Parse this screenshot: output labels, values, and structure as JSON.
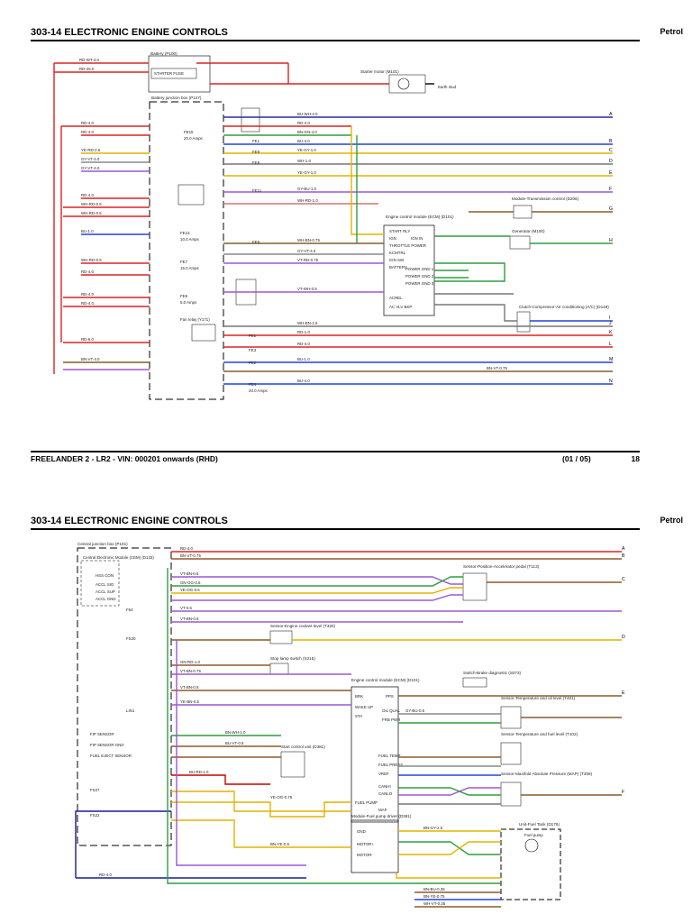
{
  "section_title": "303-14 ELECTRONIC ENGINE CONTROLS",
  "fuel_type": "Petrol",
  "footer": {
    "model": "FREELANDER 2 - LR2 - VIN: 000201 onwards  (RHD)",
    "sheet": "(01 / 05)",
    "page_number": "18"
  },
  "diagram1": {
    "components": {
      "battery": "Battery (P100)",
      "starter_fuse": "STARTER FUSE",
      "starter_motor": "Starter motor (M101)",
      "bjb": "Battery junction box (P147)",
      "ecm": "Engine control module (ECM) (D101)",
      "tcm": "Module-Transmission control (D206)",
      "generator": "Generator (M100)",
      "clutch": "Clutch-Compressor-Air conditioning (A/C) (D149)",
      "fan_relay": "Fan relay (Y171)",
      "earth": "Earth stud"
    },
    "fuses": [
      "FE15",
      "FE1",
      "FE9",
      "FE8",
      "FE11",
      "FE13",
      "FE7",
      "FE5",
      "FE6",
      "FE1",
      "FE3",
      "FE2",
      "FE4"
    ],
    "fuse_ratings": [
      "20.0 Amps",
      "10.0 Amps",
      "15.0 Amps",
      "5.0 Amps",
      "20.0 Amps"
    ],
    "ecm_pins": [
      "START RLY",
      "IGN",
      "THROTTLE POWER",
      "KCMTRL",
      "IGN SW",
      "BATTERY",
      "IGN IN",
      "POWER GND 1",
      "POWER GND 2",
      "POWER GND 3",
      "ACREL",
      "AC VLV BKP"
    ],
    "left_wire_labels": [
      "RD-WT-4.0",
      "RD-25.0",
      "RD-4.0",
      "RD-4.0",
      "YE-RD-2.5",
      "GY-VT-4.0",
      "GY-VT-4.0",
      "RD-4.0",
      "WH-RD-0.5",
      "WH-RD-0.5",
      "BU-1.0",
      "WH-RD-0.5",
      "RD-4.0",
      "RD-4.0",
      "RD-4.0",
      "RD-6.0",
      "BN-VT-4.0"
    ],
    "mid_wire_labels": [
      "BU-WH-4.0",
      "RD-4.0",
      "BN-GN-4.0",
      "BU-4.0",
      "YE-GY-1.0",
      "WH-1.0",
      "YE-GY-1.0",
      "GY-BU-1.0",
      "WH-RD-1.0",
      "WH-BN-0.75",
      "GY-VT-4.0",
      "VT-RD-0.75",
      "VT-WH-0.5",
      "WH-BN-1.5",
      "RD-1.0",
      "RD-4.0",
      "BU-1.0",
      "BN-VT-0.75",
      "BU-4.0"
    ],
    "right_connectors": [
      "A",
      "B",
      "C",
      "D",
      "E",
      "F",
      "G",
      "H",
      "I",
      "J",
      "K",
      "L",
      "M",
      "N"
    ]
  },
  "diagram2": {
    "components": {
      "cjb": "Central junction box (P101)",
      "control_module": "Central Electronic Module (CEM) (D133)",
      "accel_pedal": "Sensor-Position-Accelerator pedal (T113)",
      "brake_switch": "Switch-Brake diagnostic (S073)",
      "coolant_level": "Sensor-Engine coolant level (T320)",
      "stop_switch": "Stop lamp switch (S215)",
      "ecm": "Engine control module (ECM) (D101)",
      "oil_sensor": "Sensor-Temperature and oil level (T401)",
      "fuel_temp_sensor": "Sensor-Temperature and fuel level (T102)",
      "map_sensor": "Sensor-Manifold Absolute Pressure (MAP) (T308)",
      "start_unit": "Start control unit (D381)",
      "fuel_pump_module": "Module-Fuel pump driver (D381)",
      "fuel_tank": "Unit-Fuel Tank (D176)",
      "fuel_pump": "Fuel pump"
    },
    "left_labels": [
      "HSS CON",
      "ACCL SIG",
      "ACCL SUP",
      "ACCL GND",
      "F54",
      "FS20",
      "LIN1",
      "FIP SENSOR",
      "FIP SENSOR GND",
      "FUEL EJECT SENSOR",
      "FS27",
      "FS22"
    ],
    "ecm_pins": [
      "BRK",
      "PPS",
      "WAKE UP",
      "OIL QUAL",
      "STA",
      "FRB PWR",
      "FUEL TEMP",
      "FUEL PRESS",
      "VREF",
      "CANHI",
      "CANLO",
      "FUEL PUMP",
      "MAP"
    ],
    "pump_pins": [
      "GND",
      "MOTOR+",
      "MOTOR-"
    ],
    "wire_labels": [
      "RD-4.0",
      "BN-VT-0.75",
      "VT-BN-0.5",
      "GN-OG-0.5",
      "YE-OG-0.5",
      "VT-0.5",
      "VT-BN-0.5",
      "GN-RD-1.0",
      "VT-BN-0.75",
      "VT-BN-0.5",
      "YE-BN-0.5",
      "BN-WH-1.0",
      "BU-VT-0.5",
      "GY-BU-0.5",
      "BU-RD-1.0",
      "YE-OG-0.75",
      "BN-YE-0.5",
      "BN-GY-2.5",
      "RD-4.0",
      "BN-BU-0.35",
      "BN-YE-0.75",
      "WH-VT-0.35"
    ],
    "right_connectors": [
      "A",
      "B",
      "C",
      "D",
      "E",
      "F"
    ]
  }
}
